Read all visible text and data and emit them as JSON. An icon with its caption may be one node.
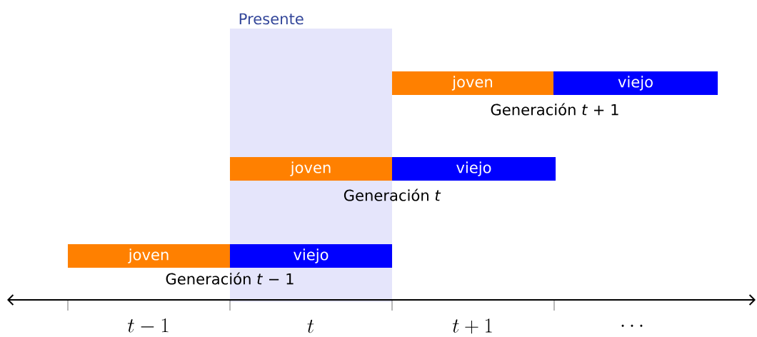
{
  "diagram": {
    "nodes": [
      {
        "text": [
          "Presente"
        ]
      },
      {
        "text": [
          "joven"
        ]
      },
      {
        "text": [
          "viejo"
        ]
      },
      {
        "text": [
          "joven"
        ],
        "in": 0
      },
      {
        "text": [
          "viejo"
        ]
      },
      {
        "text": [
          "joven"
        ]
      },
      {
        "text": [
          "viejo"
        ],
        "in": 0
      }
    ],
    "labels": [
      "Generación *t* + 1",
      "Generación *t*",
      "Generación *t* − 1",
      "t-1",
      "t",
      "t+1",
      "\\cdots"
    ]
  }
}
